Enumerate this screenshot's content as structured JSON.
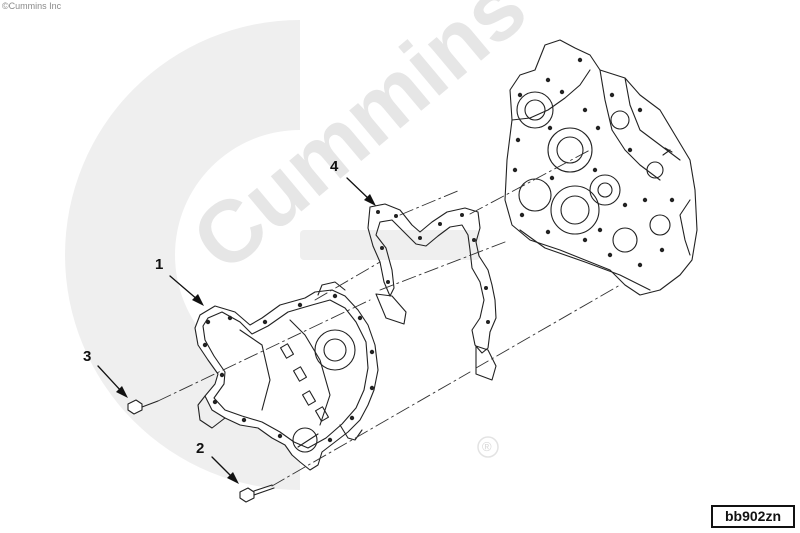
{
  "copyright": "©Cummins Inc",
  "watermark": {
    "brand": "Cummins",
    "registered_mark": "®",
    "color": "#efefef"
  },
  "callouts": [
    {
      "id": "1",
      "label": "1"
    },
    {
      "id": "2",
      "label": "2"
    },
    {
      "id": "3",
      "label": "3"
    },
    {
      "id": "4",
      "label": "4"
    }
  ],
  "reference_code": "bb902zn"
}
